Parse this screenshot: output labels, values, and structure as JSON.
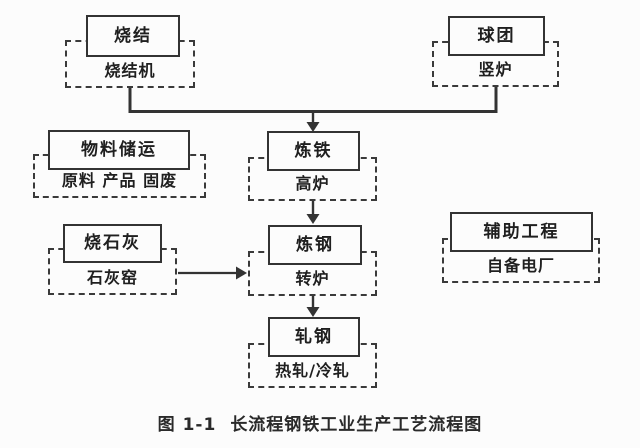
{
  "figure": {
    "caption_label": "图 1-1",
    "caption_title": "长流程钢铁工业生产工艺流程图"
  },
  "nodes": {
    "sinter": {
      "title": "烧结",
      "sub": "烧结机"
    },
    "pellet": {
      "title": "球团",
      "sub": "竖炉"
    },
    "material_storage": {
      "title": "物料储运",
      "sub": "原料 产品 固废"
    },
    "ironmaking": {
      "title": "炼铁",
      "sub": "高炉"
    },
    "lime_burning": {
      "title": "烧石灰",
      "sub": "石灰窑"
    },
    "steelmaking": {
      "title": "炼钢",
      "sub": "转炉"
    },
    "auxiliary": {
      "title": "辅助工程",
      "sub": "自备电厂"
    },
    "rolling": {
      "title": "轧钢",
      "sub": "热轧/冷轧"
    }
  },
  "edges": [
    {
      "from": "sinter",
      "to": "ironmaking"
    },
    {
      "from": "pellet",
      "to": "ironmaking"
    },
    {
      "from": "ironmaking",
      "to": "steelmaking"
    },
    {
      "from": "lime_burning",
      "to": "steelmaking"
    },
    {
      "from": "steelmaking",
      "to": "rolling"
    }
  ],
  "colors": {
    "line": "#333333",
    "text": "#1f1f1f",
    "background": "#fcfcfc"
  }
}
